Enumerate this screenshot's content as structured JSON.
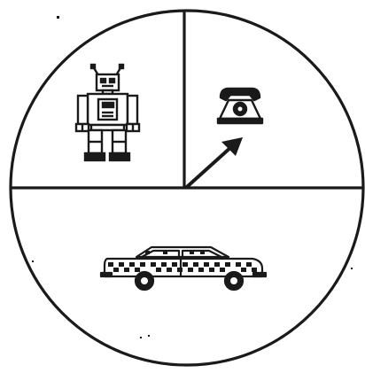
{
  "diagram": {
    "type": "circle-divided-into-three-sections",
    "regions": [
      {
        "position": "upper-left",
        "icon": "robot-icon"
      },
      {
        "position": "upper-right",
        "icon": "telephone-icon"
      },
      {
        "position": "bottom",
        "icon": "car-icon"
      }
    ],
    "pointer": {
      "icon": "arrow-icon",
      "points_to": "upper-right"
    }
  },
  "colors": {
    "ink": "#1a1a1a",
    "paper": "#ffffff"
  }
}
